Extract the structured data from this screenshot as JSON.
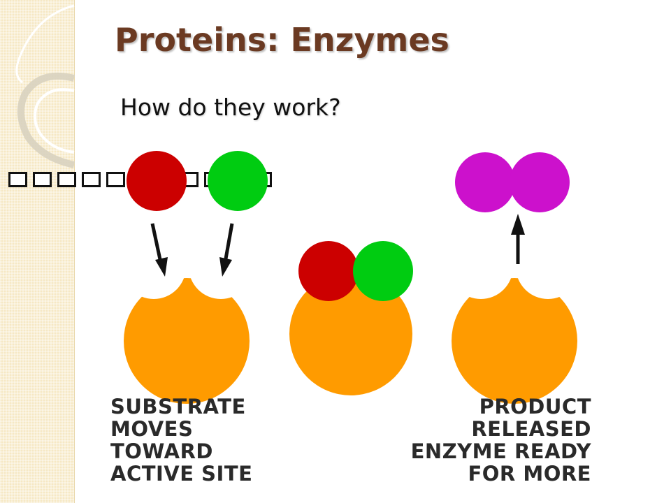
{
  "slide": {
    "title": "Proteins: Enzymes",
    "subtitle": "How do they work?",
    "missing_glyph_count": 11
  },
  "diagram": {
    "left_caption": [
      "SUBSTRATE",
      "MOVES",
      "TOWARD",
      "ACTIVE SITE"
    ],
    "right_caption": [
      "PRODUCT",
      "RELEASED",
      "ENZYME READY",
      "FOR MORE"
    ]
  },
  "colors": {
    "title": "#6b3a22",
    "enzyme": "#ff9b00",
    "substrate_red": "#cc0000",
    "substrate_green": "#00cc11",
    "product": "#cc11cc",
    "strip": "#f6e8c4"
  },
  "icons": {
    "left_arrow": "arrow-down-right-icon",
    "right_arrow": "arrow-down-left-icon",
    "product_arrow": "arrow-up-icon"
  }
}
